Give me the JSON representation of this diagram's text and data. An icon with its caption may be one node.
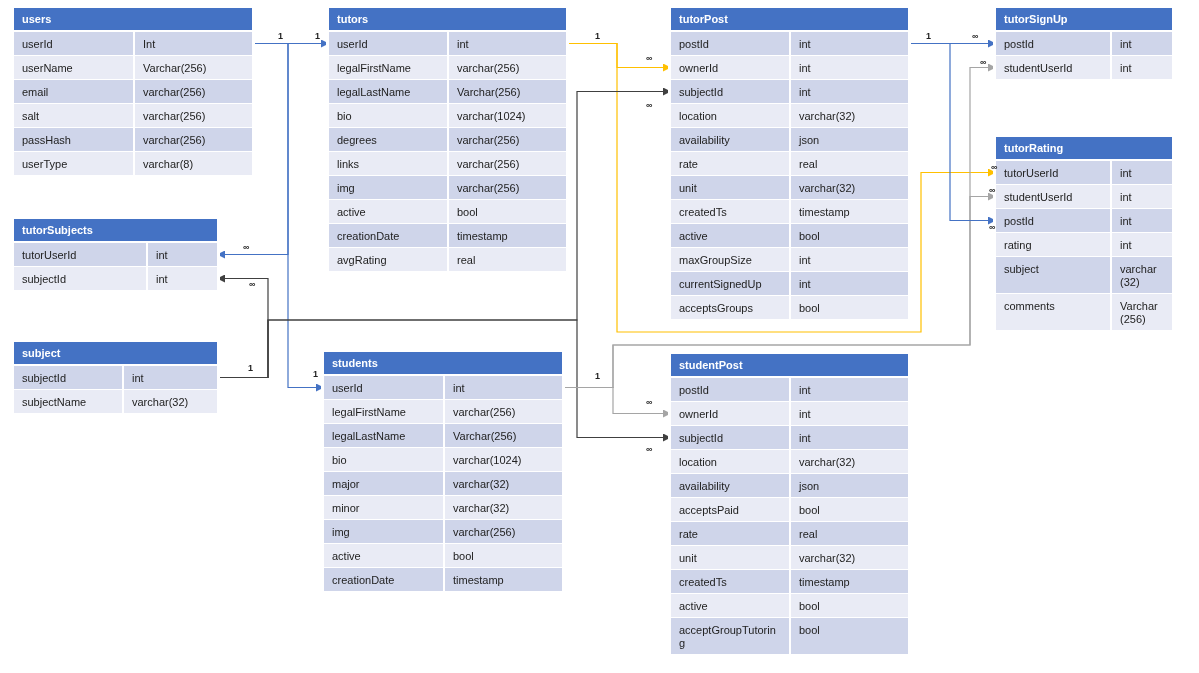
{
  "diagram": {
    "nodes": [
      {
        "text": [
          "users"
        ]
      },
      {
        "text": [
          "userId",
          "Int"
        ],
        "in": 0
      },
      {
        "text": [
          "userName",
          "Varchar(256)"
        ],
        "in": 0
      },
      {
        "text": [
          "email",
          "varchar(256)"
        ],
        "in": 0
      },
      {
        "text": [
          "salt",
          "varchar(256)"
        ],
        "in": 0
      },
      {
        "text": [
          "passHash",
          "varchar(256)"
        ],
        "in": 0
      },
      {
        "text": [
          "userType",
          "varchar(8)"
        ],
        "in": 0
      },
      {
        "text": [
          "tutors"
        ]
      },
      {
        "text": [
          "userId",
          "int"
        ],
        "in": 7
      },
      {
        "text": [
          "legalFirstName",
          "varchar(256)"
        ],
        "in": 7
      },
      {
        "text": [
          "legalLastName",
          "Varchar(256)"
        ],
        "in": 7
      },
      {
        "text": [
          "bio",
          "varchar(1024)"
        ],
        "in": 7
      },
      {
        "text": [
          "degrees",
          "varchar(256)"
        ],
        "in": 7
      },
      {
        "text": [
          "links",
          "varchar(256)"
        ],
        "in": 7
      },
      {
        "text": [
          "img",
          "varchar(256)"
        ],
        "in": 7
      },
      {
        "text": [
          "active",
          "bool"
        ],
        "in": 7
      },
      {
        "text": [
          "creationDate",
          "timestamp"
        ],
        "in": 7
      },
      {
        "text": [
          "avgRating",
          "real"
        ],
        "in": 7
      },
      {
        "text": [
          "tutorPost"
        ]
      },
      {
        "text": [
          "postId",
          "int"
        ],
        "in": 18
      },
      {
        "text": [
          "ownerId",
          "int"
        ],
        "in": 18
      },
      {
        "text": [
          "subjectId",
          "int"
        ],
        "in": 18
      },
      {
        "text": [
          "location",
          "varchar(32)"
        ],
        "in": 18
      },
      {
        "text": [
          "availability",
          "json"
        ],
        "in": 18
      },
      {
        "text": [
          "rate",
          "real"
        ],
        "in": 18
      },
      {
        "text": [
          "unit",
          "varchar(32)"
        ],
        "in": 18
      },
      {
        "text": [
          "createdTs",
          "timestamp"
        ],
        "in": 18
      },
      {
        "text": [
          "active",
          "bool"
        ],
        "in": 18
      },
      {
        "text": [
          "maxGroupSize",
          "int"
        ],
        "in": 18
      },
      {
        "text": [
          "currentSignedUp",
          "int"
        ],
        "in": 18
      },
      {
        "text": [
          "acceptsGroups",
          "bool"
        ],
        "in": 18
      },
      {
        "text": [
          "tutorSignUp"
        ]
      },
      {
        "text": [
          "postId",
          "int"
        ],
        "in": 31
      },
      {
        "text": [
          "studentUserId",
          "int"
        ],
        "in": 31
      },
      {
        "text": [
          "tutorRating"
        ]
      },
      {
        "text": [
          "tutorUserId",
          "int"
        ],
        "in": 34
      },
      {
        "text": [
          "studentUserId",
          "int"
        ],
        "in": 34
      },
      {
        "text": [
          "postId",
          "int"
        ],
        "in": 34
      },
      {
        "text": [
          "rating",
          "int"
        ],
        "in": 34
      },
      {
        "text": [
          "subject",
          "varchar(32)"
        ],
        "in": 34
      },
      {
        "text": [
          "comments",
          "Varchar(256)"
        ],
        "in": 34
      },
      {
        "text": [
          "tutorSubjects"
        ]
      },
      {
        "text": [
          "tutorUserId",
          "int"
        ],
        "in": 41
      },
      {
        "text": [
          "subjectId",
          "int"
        ],
        "in": 41
      },
      {
        "text": [
          "subject"
        ]
      },
      {
        "text": [
          "subjectId",
          "int"
        ],
        "in": 44
      },
      {
        "text": [
          "subjectName",
          "varchar(32)"
        ],
        "in": 44
      },
      {
        "text": [
          "students"
        ]
      },
      {
        "text": [
          "userId",
          "int"
        ],
        "in": 47
      },
      {
        "text": [
          "legalFirstName",
          "varchar(256)"
        ],
        "in": 47
      },
      {
        "text": [
          "legalLastName",
          "Varchar(256)"
        ],
        "in": 47
      },
      {
        "text": [
          "bio",
          "varchar(1024)"
        ],
        "in": 47
      },
      {
        "text": [
          "major",
          "varchar(32)"
        ],
        "in": 47
      },
      {
        "text": [
          "minor",
          "varchar(32)"
        ],
        "in": 47
      },
      {
        "text": [
          "img",
          "varchar(256)"
        ],
        "in": 47
      },
      {
        "text": [
          "active",
          "bool"
        ],
        "in": 47
      },
      {
        "text": [
          "creationDate",
          "timestamp"
        ],
        "in": 47
      },
      {
        "text": [
          "studentPost"
        ]
      },
      {
        "text": [
          "postId",
          "int"
        ],
        "in": 57
      },
      {
        "text": [
          "ownerId",
          "int"
        ],
        "in": 57
      },
      {
        "text": [
          "subjectId",
          "int"
        ],
        "in": 57
      },
      {
        "text": [
          "location",
          "varchar(32)"
        ],
        "in": 57
      },
      {
        "text": [
          "availability",
          "json"
        ],
        "in": 57
      },
      {
        "text": [
          "acceptsPaid",
          "bool"
        ],
        "in": 57
      },
      {
        "text": [
          "rate",
          "real"
        ],
        "in": 57
      },
      {
        "text": [
          "unit",
          "varchar(32)"
        ],
        "in": 57
      },
      {
        "text": [
          "createdTs",
          "timestamp"
        ],
        "in": 57
      },
      {
        "text": [
          "active",
          "bool"
        ],
        "in": 57
      },
      {
        "text": [
          "acceptGroupTutoring",
          "bool"
        ],
        "in": 57
      }
    ],
    "edges": [
      {
        "from": 1,
        "to": 8,
        "arrow": "to"
      },
      {
        "from": 1,
        "to": 42,
        "arrow": "to"
      },
      {
        "from": 1,
        "to": 48,
        "arrow": "to"
      },
      {
        "from": 8,
        "to": 20,
        "arrow": "to",
        "color": "#ffc000"
      },
      {
        "from": 8,
        "to": 35,
        "arrow": "to",
        "color": "#ffc000"
      },
      {
        "from": 45,
        "to": 43,
        "arrow": "to",
        "color": "#404040"
      },
      {
        "from": 45,
        "to": 21,
        "arrow": "to",
        "color": "#404040"
      },
      {
        "from": 45,
        "to": 60,
        "arrow": "to",
        "color": "#404040"
      },
      {
        "from": 48,
        "to": 59,
        "arrow": "to",
        "color": "#a5a5a5"
      },
      {
        "from": 48,
        "to": 33,
        "arrow": "to",
        "color": "#a5a5a5"
      },
      {
        "from": 48,
        "to": 36,
        "arrow": "to",
        "color": "#a5a5a5"
      },
      {
        "from": 19,
        "to": 32,
        "arrow": "to"
      },
      {
        "from": 19,
        "to": 37,
        "arrow": "to"
      }
    ],
    "labels": [
      "1",
      "1",
      "1",
      "1",
      "∞",
      "∞",
      "∞",
      "∞",
      "∞",
      "∞",
      "∞",
      "∞",
      "∞",
      "1",
      "1",
      "1",
      "∞",
      "∞"
    ]
  }
}
